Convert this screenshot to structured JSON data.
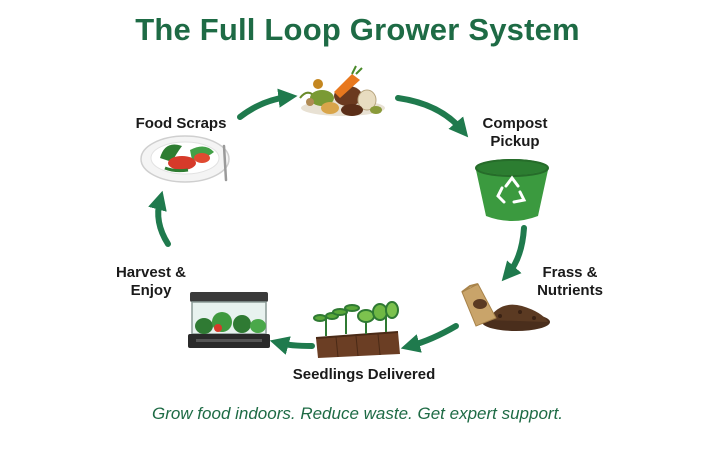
{
  "title": "The Full Loop Grower System",
  "steps": {
    "food_scraps": "Food Scraps",
    "compost_pickup_line1": "Compost",
    "compost_pickup_line2": "Pickup",
    "frass_line1": "Frass &",
    "frass_line2": "Nutrients",
    "seedlings": "Seedlings Delivered",
    "harvest_line1": "Harvest &",
    "harvest_line2": "Enjoy"
  },
  "tagline": "Grow food indoors. Reduce waste. Get expert support.",
  "colors": {
    "brand_green": "#1e6b45",
    "arrow_green": "#1f7a4d",
    "bucket_green": "#3b9a3f"
  }
}
